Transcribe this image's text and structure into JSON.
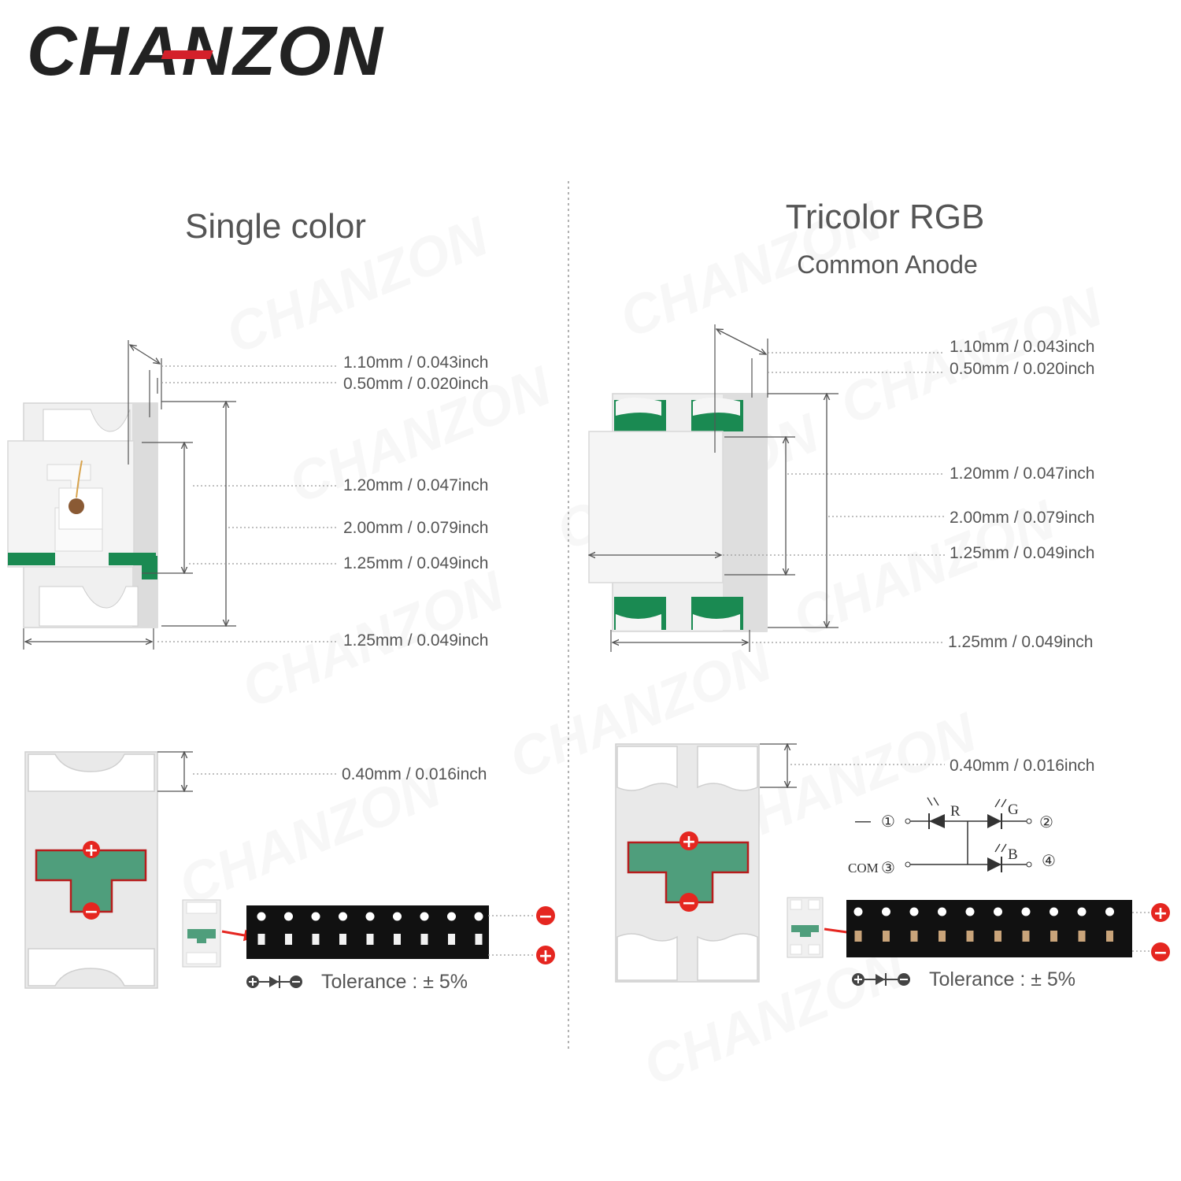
{
  "brand": {
    "logo": "CHANZON",
    "color_dark": "#222222",
    "color_red": "#d4202a",
    "watermark": "CHANZON"
  },
  "single": {
    "title": "Single color",
    "dims": {
      "top1": "1.10mm / 0.043inch",
      "top2": "0.50mm / 0.020inch",
      "mid1": "1.20mm / 0.047inch",
      "mid2": "2.00mm / 0.079inch",
      "mid3": "1.25mm / 0.049inch",
      "bottom": "1.25mm / 0.049inch",
      "pad": "0.40mm / 0.016inch"
    },
    "polarity_plus": "+",
    "polarity_minus": "−",
    "tape_top_polarity": "−",
    "tape_bottom_polarity": "+",
    "tolerance": "Tolerance : ± 5%"
  },
  "rgb": {
    "title": "Tricolor RGB",
    "subtitle": "Common Anode",
    "dims": {
      "top1": "1.10mm / 0.043inch",
      "top2": "0.50mm / 0.020inch",
      "mid1": "1.20mm / 0.047inch",
      "mid2": "2.00mm / 0.079inch",
      "mid3": "1.25mm / 0.049inch",
      "bottom": "1.25mm / 0.049inch",
      "pad": "0.40mm / 0.016inch"
    },
    "schematic": {
      "pin1": "①",
      "pin2": "②",
      "pin3": "③",
      "pin4": "④",
      "com": "COM",
      "minus": "—",
      "r": "R",
      "g": "G",
      "b": "B"
    },
    "polarity_plus": "+",
    "polarity_minus": "−",
    "tape_top_polarity": "+",
    "tape_bottom_polarity": "−",
    "tolerance": "Tolerance : ± 5%"
  },
  "colors": {
    "led_green": "#1a8a52",
    "pad_mint": "#4f9e7c",
    "badge_red": "#e52620",
    "tape_black": "#111111"
  }
}
